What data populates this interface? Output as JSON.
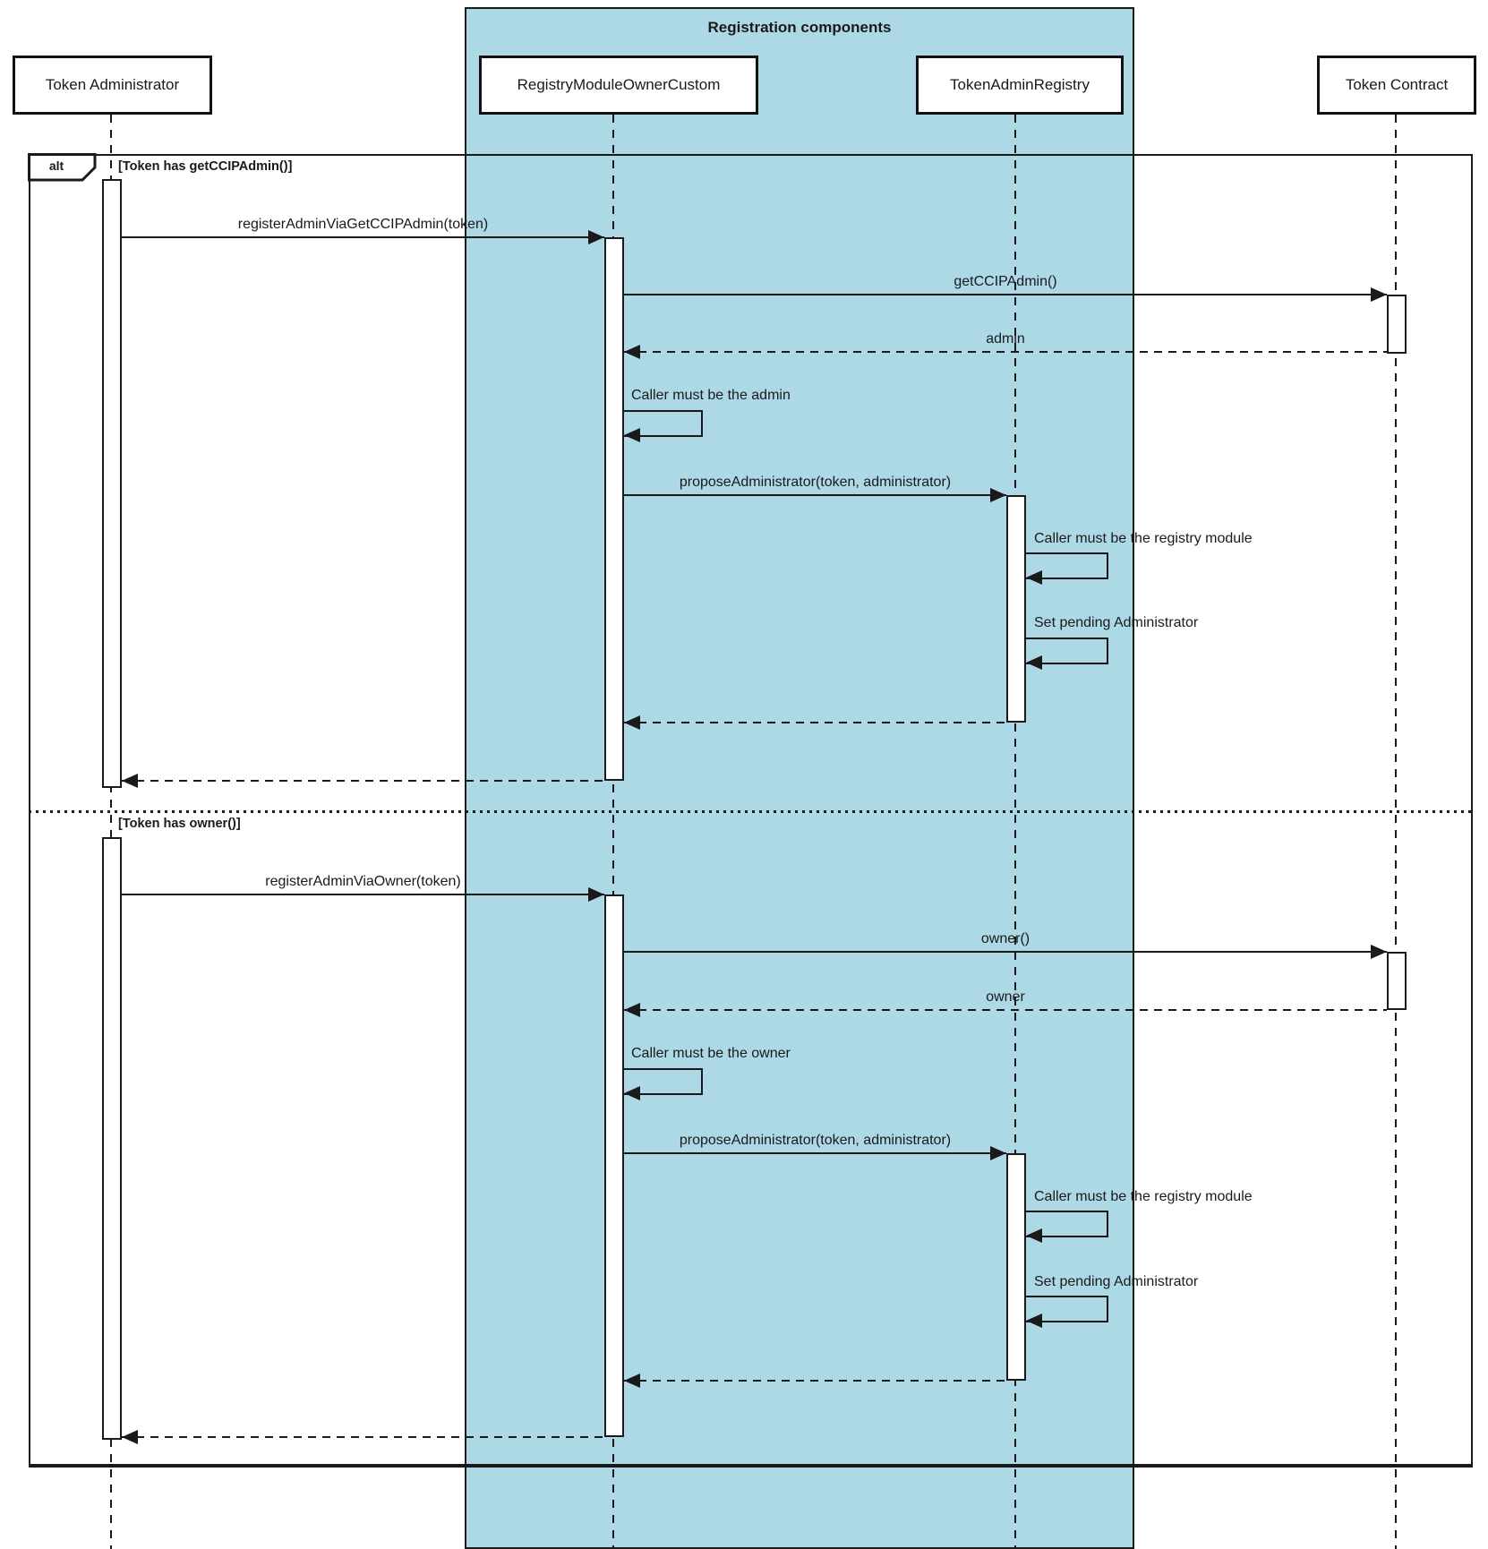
{
  "diagram_type": "uml-sequence",
  "group": {
    "title": "Registration components",
    "fill_color": "#ADD8E6"
  },
  "frame": {
    "operator": "alt"
  },
  "participants": [
    {
      "id": "token-administrator",
      "label": "Token Administrator"
    },
    {
      "id": "registry-module-owner-custom",
      "label": "RegistryModuleOwnerCustom"
    },
    {
      "id": "token-admin-registry",
      "label": "TokenAdminRegistry"
    },
    {
      "id": "token-contract",
      "label": "Token Contract"
    }
  ],
  "sections": [
    {
      "guard": "[Token has getCCIPAdmin()]",
      "messages": [
        {
          "label": "registerAdminViaGetCCIPAdmin(token)",
          "type": "sync",
          "from": "Token Administrator",
          "to": "RegistryModuleOwnerCustom"
        },
        {
          "label": "getCCIPAdmin()",
          "type": "sync",
          "from": "RegistryModuleOwnerCustom",
          "to": "Token Contract"
        },
        {
          "label": "admin",
          "type": "return",
          "from": "Token Contract",
          "to": "RegistryModuleOwnerCustom"
        },
        {
          "label": "Caller must be the admin",
          "type": "self",
          "from": "RegistryModuleOwnerCustom",
          "to": "RegistryModuleOwnerCustom"
        },
        {
          "label": "proposeAdministrator(token, administrator)",
          "type": "sync",
          "from": "RegistryModuleOwnerCustom",
          "to": "TokenAdminRegistry"
        },
        {
          "label": "Caller must be the registry module",
          "type": "self",
          "from": "TokenAdminRegistry",
          "to": "TokenAdminRegistry"
        },
        {
          "label": "Set pending Administrator",
          "type": "self",
          "from": "TokenAdminRegistry",
          "to": "TokenAdminRegistry"
        },
        {
          "label": "",
          "type": "return",
          "from": "TokenAdminRegistry",
          "to": "RegistryModuleOwnerCustom"
        },
        {
          "label": "",
          "type": "return",
          "from": "RegistryModuleOwnerCustom",
          "to": "Token Administrator"
        }
      ]
    },
    {
      "guard": "[Token has owner()]",
      "messages": [
        {
          "label": "registerAdminViaOwner(token)",
          "type": "sync",
          "from": "Token Administrator",
          "to": "RegistryModuleOwnerCustom"
        },
        {
          "label": "owner()",
          "type": "sync",
          "from": "RegistryModuleOwnerCustom",
          "to": "Token Contract"
        },
        {
          "label": "owner",
          "type": "return",
          "from": "Token Contract",
          "to": "RegistryModuleOwnerCustom"
        },
        {
          "label": "Caller must be the owner",
          "type": "self",
          "from": "RegistryModuleOwnerCustom",
          "to": "RegistryModuleOwnerCustom"
        },
        {
          "label": "proposeAdministrator(token, administrator)",
          "type": "sync",
          "from": "RegistryModuleOwnerCustom",
          "to": "TokenAdminRegistry"
        },
        {
          "label": "Caller must be the registry module",
          "type": "self",
          "from": "TokenAdminRegistry",
          "to": "TokenAdminRegistry"
        },
        {
          "label": "Set pending Administrator",
          "type": "self",
          "from": "TokenAdminRegistry",
          "to": "TokenAdminRegistry"
        },
        {
          "label": "",
          "type": "return",
          "from": "TokenAdminRegistry",
          "to": "RegistryModuleOwnerCustom"
        },
        {
          "label": "",
          "type": "return",
          "from": "RegistryModuleOwnerCustom",
          "to": "Token Administrator"
        }
      ]
    }
  ]
}
